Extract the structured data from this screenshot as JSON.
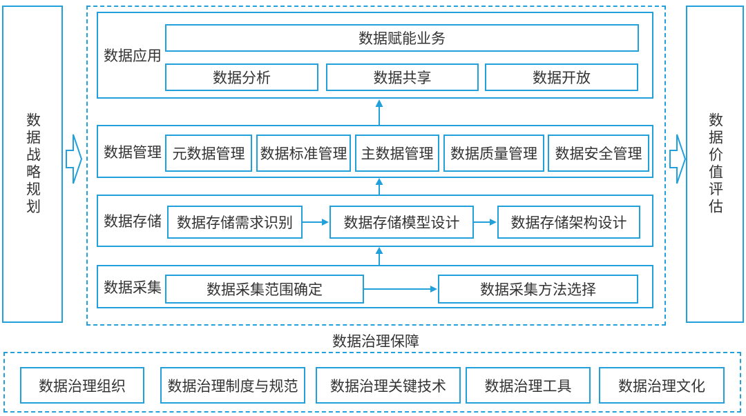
{
  "colors": {
    "accent": "#21A0DB",
    "text": "#333333",
    "background": "#FFFFFF"
  },
  "left_panel": {
    "label": "数据战略规划"
  },
  "right_panel": {
    "label": "数据价值评估"
  },
  "governance_label": "数据治理保障",
  "rows": [
    {
      "label": "数据应用",
      "top_box": "数据赋能业务",
      "boxes": [
        "数据分析",
        "数据共享",
        "数据开放"
      ]
    },
    {
      "label": "数据管理",
      "boxes": [
        "元数据管理",
        "数据标准管理",
        "主数据管理",
        "数据质量管理",
        "数据安全管理"
      ]
    },
    {
      "label": "数据存储",
      "boxes": [
        "数据存储需求识别",
        "数据存储模型设计",
        "数据存储架构设计"
      ]
    },
    {
      "label": "数据采集",
      "boxes": [
        "数据采集范围确定",
        "数据采集方法选择"
      ]
    }
  ],
  "support_boxes": [
    "数据治理组织",
    "数据治理制度与规范",
    "数据治理关键技术",
    "数据治理工具",
    "数据治理文化"
  ]
}
